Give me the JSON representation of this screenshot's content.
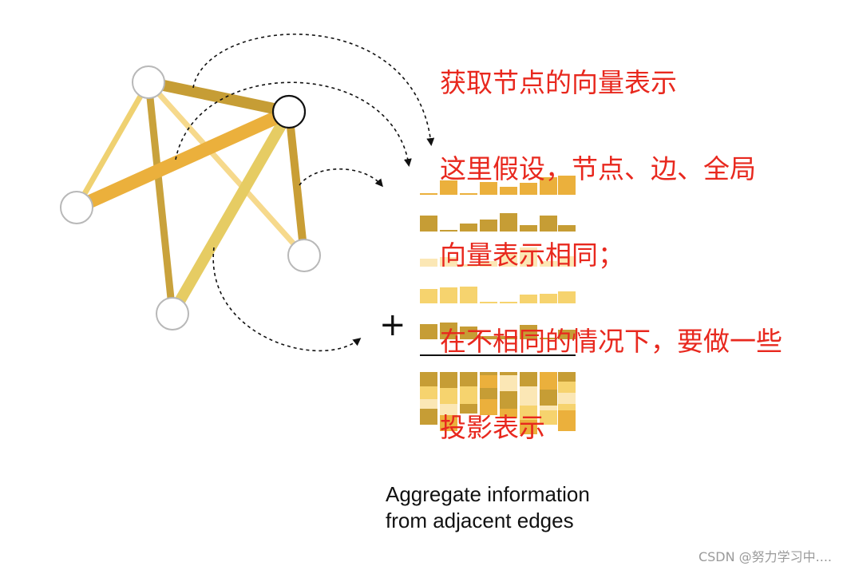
{
  "annotation": {
    "lines": [
      "获取节点的向量表示",
      "这里假设，节点、边、全局",
      "向量表示相同；",
      "在不相同的情况下，要做一些",
      "投影表示"
    ]
  },
  "operator": "+",
  "caption": {
    "line1": "Aggregate information",
    "line2": "from adjacent edges"
  },
  "watermark": "CSDN @努力学习中....",
  "colors": {
    "annotation": "#e8281e",
    "edge_light": "#f1d77a",
    "edge_mid": "#e8c65a",
    "edge_dark": "#c69d35",
    "edge_orange": "#ebb03c",
    "node_fill": "#ffffff",
    "node_stroke_default": "#b8b8b8",
    "node_stroke_selected": "#111111"
  },
  "graph": {
    "nodes": [
      {
        "id": "top-left",
        "selected": false
      },
      {
        "id": "hub",
        "selected": true
      },
      {
        "id": "left",
        "selected": false
      },
      {
        "id": "right",
        "selected": false
      },
      {
        "id": "bottom",
        "selected": false
      }
    ]
  }
}
